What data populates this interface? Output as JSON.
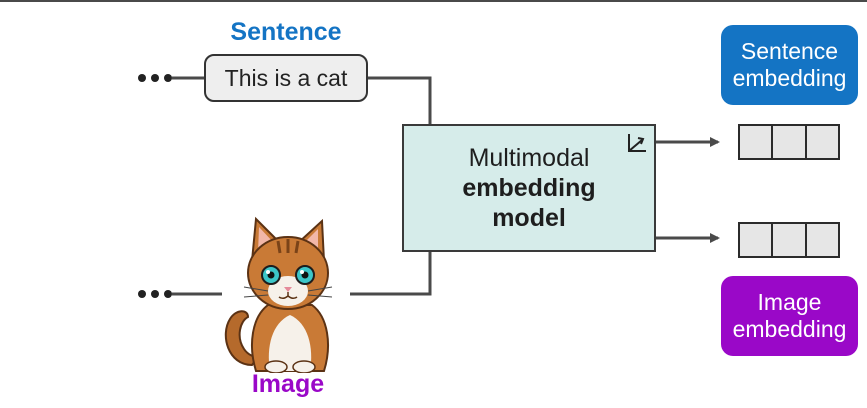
{
  "inputs": {
    "sentence": {
      "title": "Sentence",
      "text": "This is a cat"
    },
    "image": {
      "title": "Image"
    }
  },
  "model": {
    "line1": "Multimodal",
    "line2": "embedding",
    "line3": "model",
    "icon": "axes-vector-icon"
  },
  "outputs": {
    "sentence_embedding": {
      "line1": "Sentence",
      "line2": "embedding"
    },
    "image_embedding": {
      "line1": "Image",
      "line2": "embedding"
    }
  },
  "colors": {
    "sentence": "#1474c4",
    "image": "#9a08c8",
    "model_fill": "#d6ecea",
    "sentence_card": "#1474c4",
    "image_card": "#9a08c8"
  }
}
